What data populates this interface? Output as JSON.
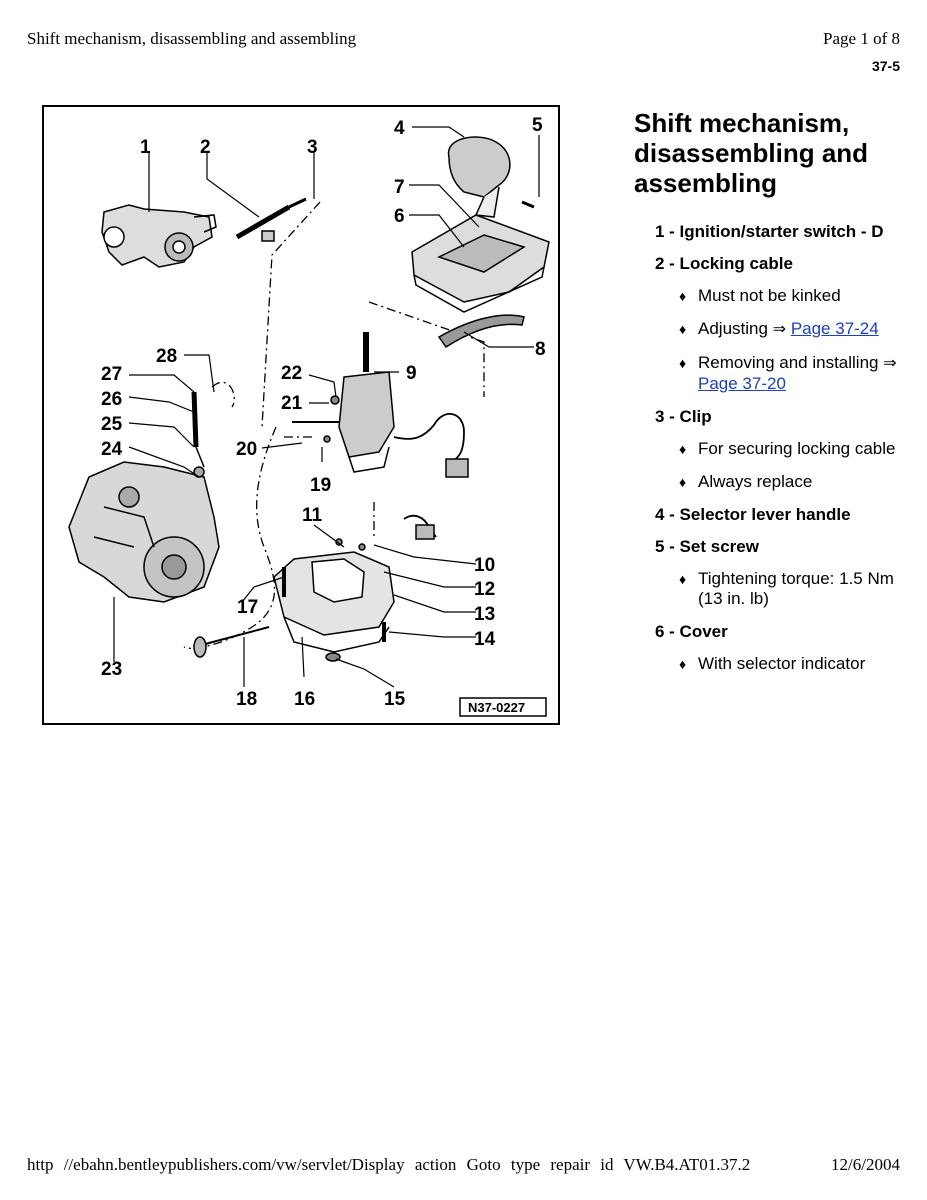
{
  "header": {
    "title": "Shift mechanism, disassembling and assembling",
    "page": "Page 1 of 8",
    "section": "37-5"
  },
  "figure": {
    "ref": "N37-0227",
    "callouts": [
      "1",
      "2",
      "3",
      "4",
      "5",
      "6",
      "7",
      "8",
      "9",
      "10",
      "11",
      "12",
      "13",
      "14",
      "15",
      "16",
      "17",
      "18",
      "19",
      "20",
      "21",
      "22",
      "23",
      "24",
      "25",
      "26",
      "27",
      "28"
    ]
  },
  "heading": "Shift mechanism, disassembling and assembling",
  "items": [
    {
      "label": "1 - Ignition/starter switch - D",
      "subs": []
    },
    {
      "label": "2 - Locking cable",
      "subs": [
        {
          "text": "Must not be kinked"
        },
        {
          "text": "Adjusting",
          "arrow": "⇒",
          "link": "Page 37-24"
        },
        {
          "text": "Removing and installing",
          "arrow": "⇒",
          "link": "Page 37-20"
        }
      ]
    },
    {
      "label": "3 - Clip",
      "subs": [
        {
          "text": "For securing locking cable"
        },
        {
          "text": "Always replace"
        }
      ]
    },
    {
      "label": "4 - Selector lever handle",
      "subs": []
    },
    {
      "label": "5 - Set screw",
      "subs": [
        {
          "text": "Tightening torque: 1.5 Nm (13 in. lb)"
        }
      ]
    },
    {
      "label": "6 - Cover",
      "subs": [
        {
          "text": "With selector indicator"
        }
      ]
    }
  ],
  "bullet_glyph": "♦",
  "footer": {
    "url": "http //ebahn.bentleypublishers.com/vw/servlet/Display action Goto type repair id VW.B4.AT01.37.2",
    "date": "12/6/2004"
  }
}
